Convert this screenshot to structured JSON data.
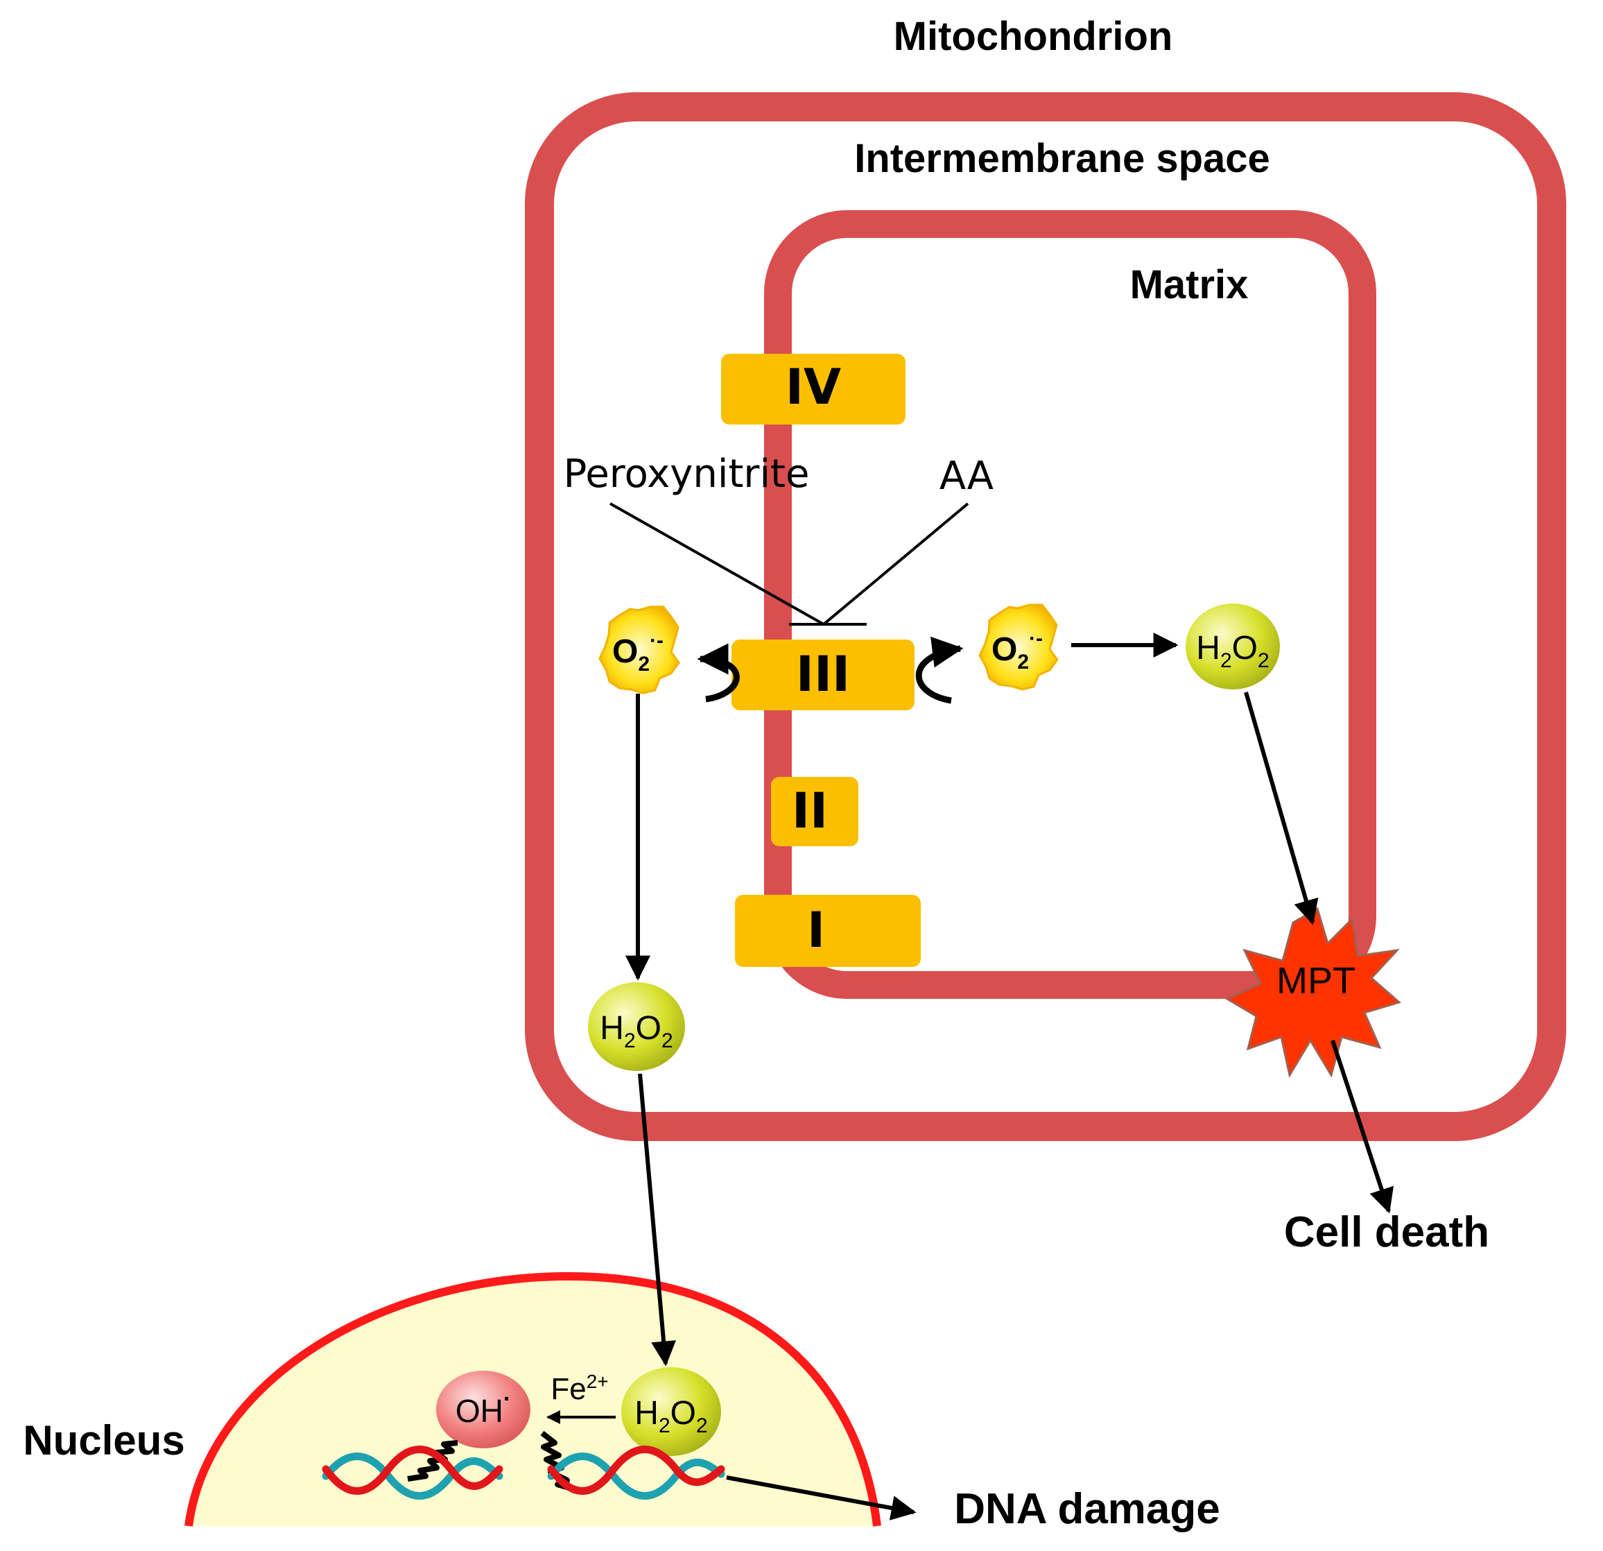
{
  "labels": {
    "mitochondrion": "Mitochondrion",
    "intermembrane_space": "Intermembrane space",
    "matrix": "Matrix",
    "nucleus": "Nucleus",
    "cell_death": "Cell death",
    "dna_damage": "DNA damage"
  },
  "complexes": {
    "iv": "IV",
    "iii": "III",
    "ii": "II",
    "i": "I"
  },
  "inhibitors": {
    "peroxynitrite": "Peroxynitrite",
    "aa": "AA"
  },
  "molecules": {
    "superoxide": {
      "base": "O",
      "sub": "2",
      "sup": "·-"
    },
    "peroxide": {
      "h": "H",
      "sub1": "2",
      "o": "O",
      "sub2": "2"
    },
    "hydroxyl": {
      "base": "OH",
      "sup": "·"
    },
    "iron": {
      "base": "Fe",
      "sup": "2+"
    },
    "mpt": "MPT"
  },
  "colors": {
    "membrane": "#d94f4f",
    "complex": "#fbbf00",
    "nucleus_fill": "#fefccf",
    "nucleus_border": "#ff1a1a",
    "superoxide_fill": "#ffe11a",
    "peroxide_fill": "#d6e02a",
    "hydroxyl_fill": "#f28080",
    "mpt_fill": "#ff3300",
    "dna_red": "#e0161a",
    "dna_teal": "#1fa2b0"
  }
}
